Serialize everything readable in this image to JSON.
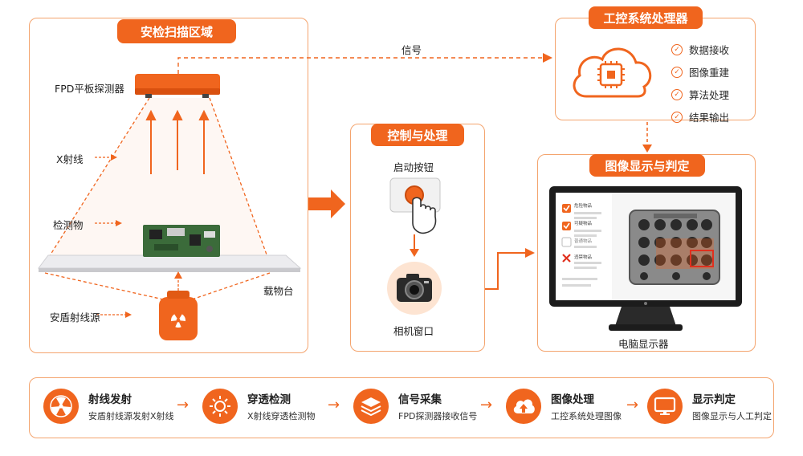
{
  "scan_zone": {
    "title": "安检扫描区域",
    "detector_label": "FPD平板探测器",
    "xray_label": "X射线",
    "object_label": "检测物",
    "stage_label": "载物台",
    "source_label": "安盾射线源"
  },
  "signal_label": "信号",
  "ipc": {
    "title": "工控系统处理器",
    "items": [
      "数据接收",
      "图像重建",
      "算法处理",
      "结果输出"
    ]
  },
  "control": {
    "title": "控制与处理",
    "button_label": "启动按钮",
    "camera_label": "相机窗口"
  },
  "display": {
    "title": "图像显示与判定",
    "monitor_label": "电脑显示器",
    "screen_items": [
      "危险物品",
      "可疑物品",
      "普通物品",
      "违禁物品"
    ]
  },
  "flow": [
    {
      "title": "射线发射",
      "desc": "安盾射线源发射X射线",
      "icon": "radiation-icon"
    },
    {
      "title": "穿透检测",
      "desc": "X射线穿透检测物",
      "icon": "sun-ray-icon"
    },
    {
      "title": "信号采集",
      "desc": "FPD探测器接收信号",
      "icon": "layers-icon"
    },
    {
      "title": "图像处理",
      "desc": "工控系统处理图像",
      "icon": "cloud-upload-icon"
    },
    {
      "title": "显示判定",
      "desc": "图像显示与人工判定",
      "icon": "monitor-icon"
    }
  ],
  "colors": {
    "accent": "#f0651e",
    "border": "#f4a46e"
  }
}
